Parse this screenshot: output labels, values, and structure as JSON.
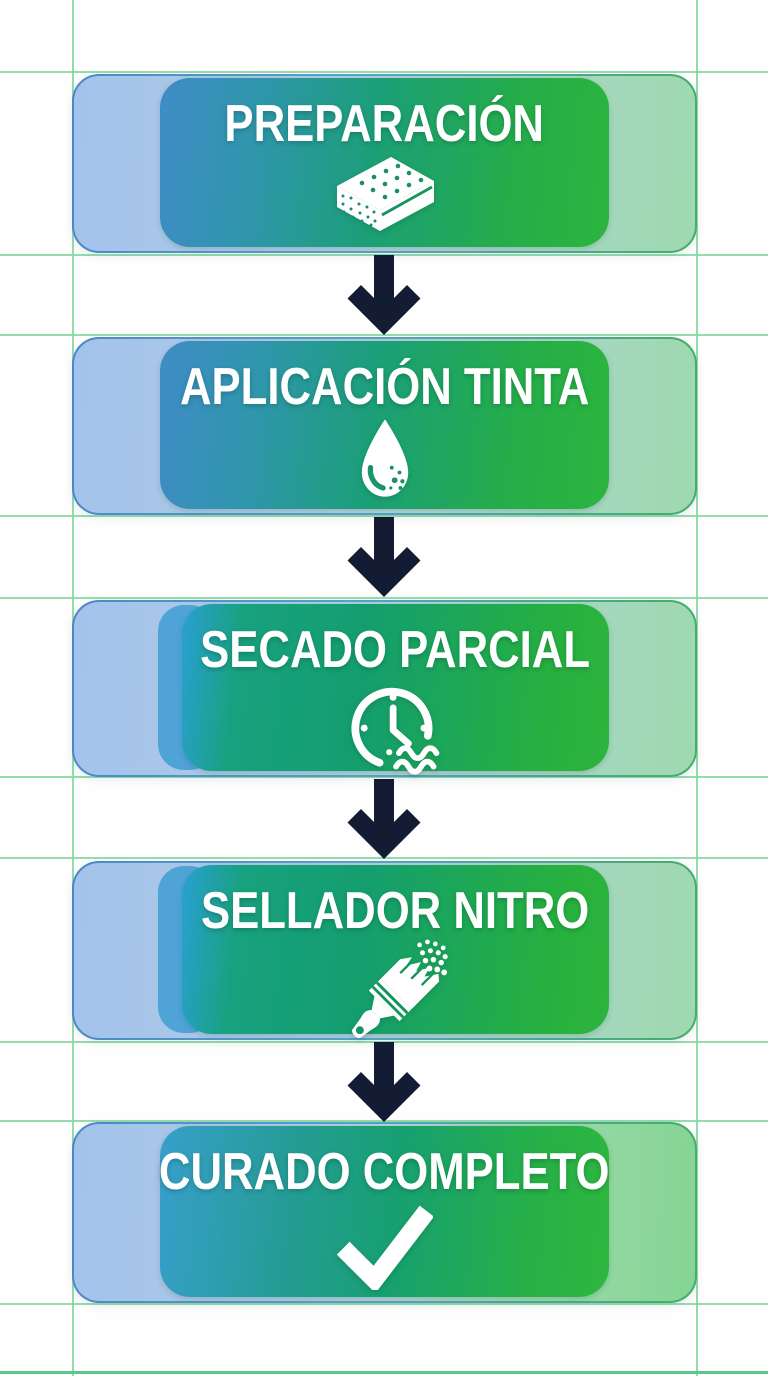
{
  "flow": {
    "steps": [
      {
        "label": "PREPARACIÓN",
        "icon": "sponge-icon"
      },
      {
        "label": "APLICACIÓN TINTA",
        "icon": "ink-drop-icon"
      },
      {
        "label": "SECADO PARCIAL",
        "icon": "drying-clock-icon"
      },
      {
        "label": "SELLADOR NITRO",
        "icon": "paintbrush-spray-icon"
      },
      {
        "label": "CURADO COMPLETO",
        "icon": "checkmark-icon"
      }
    ],
    "connector_icon": "arrow-down-icon",
    "connector_count": 4
  },
  "palette": {
    "grid_line": "#82d69d",
    "grid_line_strong": "#57c987",
    "arrow": "#141c33",
    "label": "#ffffff",
    "inner_a": "#3f8cc6",
    "inner_b": "#2cb53e",
    "outer_a": "#a3c3ec",
    "outer_b": "#9ed9b0",
    "border_a": "#4d88c5",
    "border_b": "#44ad69",
    "mid_strip": "#4fa3d7",
    "background": "#fdfefd"
  },
  "grid": {
    "vlines_x": [
      72,
      696
    ],
    "hlines_y": [
      71,
      254,
      334,
      515,
      597,
      776,
      857,
      1041,
      1120,
      1303,
      1371
    ]
  }
}
